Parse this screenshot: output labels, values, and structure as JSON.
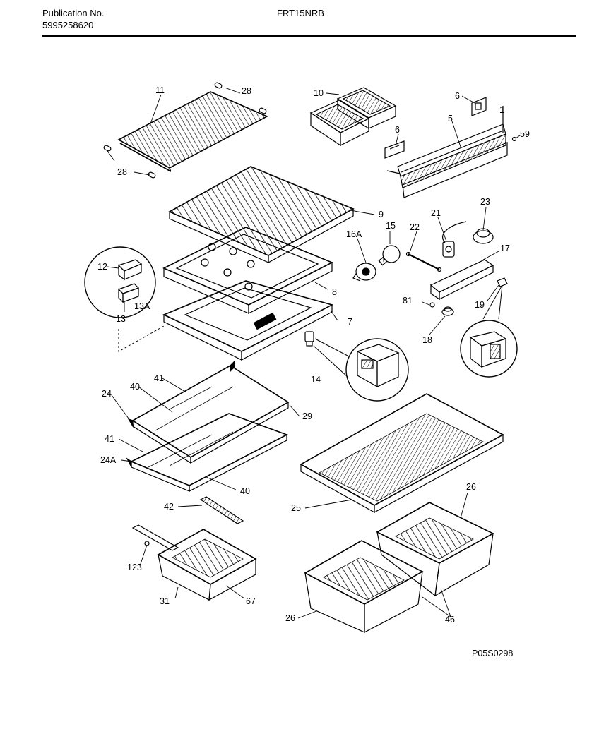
{
  "header": {
    "publication_label": "Publication No.",
    "publication_number": "5995258620",
    "model": "FRT15NRB"
  },
  "footer": {
    "drawing_code": "P05S0298"
  },
  "callouts": {
    "c11": "11",
    "c28a": "28",
    "c28b": "28",
    "c10": "10",
    "c6a": "6",
    "c6b": "6",
    "c5": "5",
    "c59": "59",
    "c1": "1",
    "c9": "9",
    "c16a": "16A",
    "c15": "15",
    "c22": "22",
    "c21": "21",
    "c23": "23",
    "c17": "17",
    "c12": "12",
    "c13a": "13A",
    "c13": "13",
    "c8": "8",
    "c7": "7",
    "c81": "81",
    "c19": "19",
    "c18": "18",
    "c14": "14",
    "c41a": "41",
    "c40a": "40",
    "c24": "24",
    "c29": "29",
    "c41b": "41",
    "c24a": "24A",
    "c40b": "40",
    "c25": "25",
    "c26a": "26",
    "c42": "42",
    "c123": "123",
    "c31": "31",
    "c67": "67",
    "c26b": "26",
    "c46": "46"
  }
}
